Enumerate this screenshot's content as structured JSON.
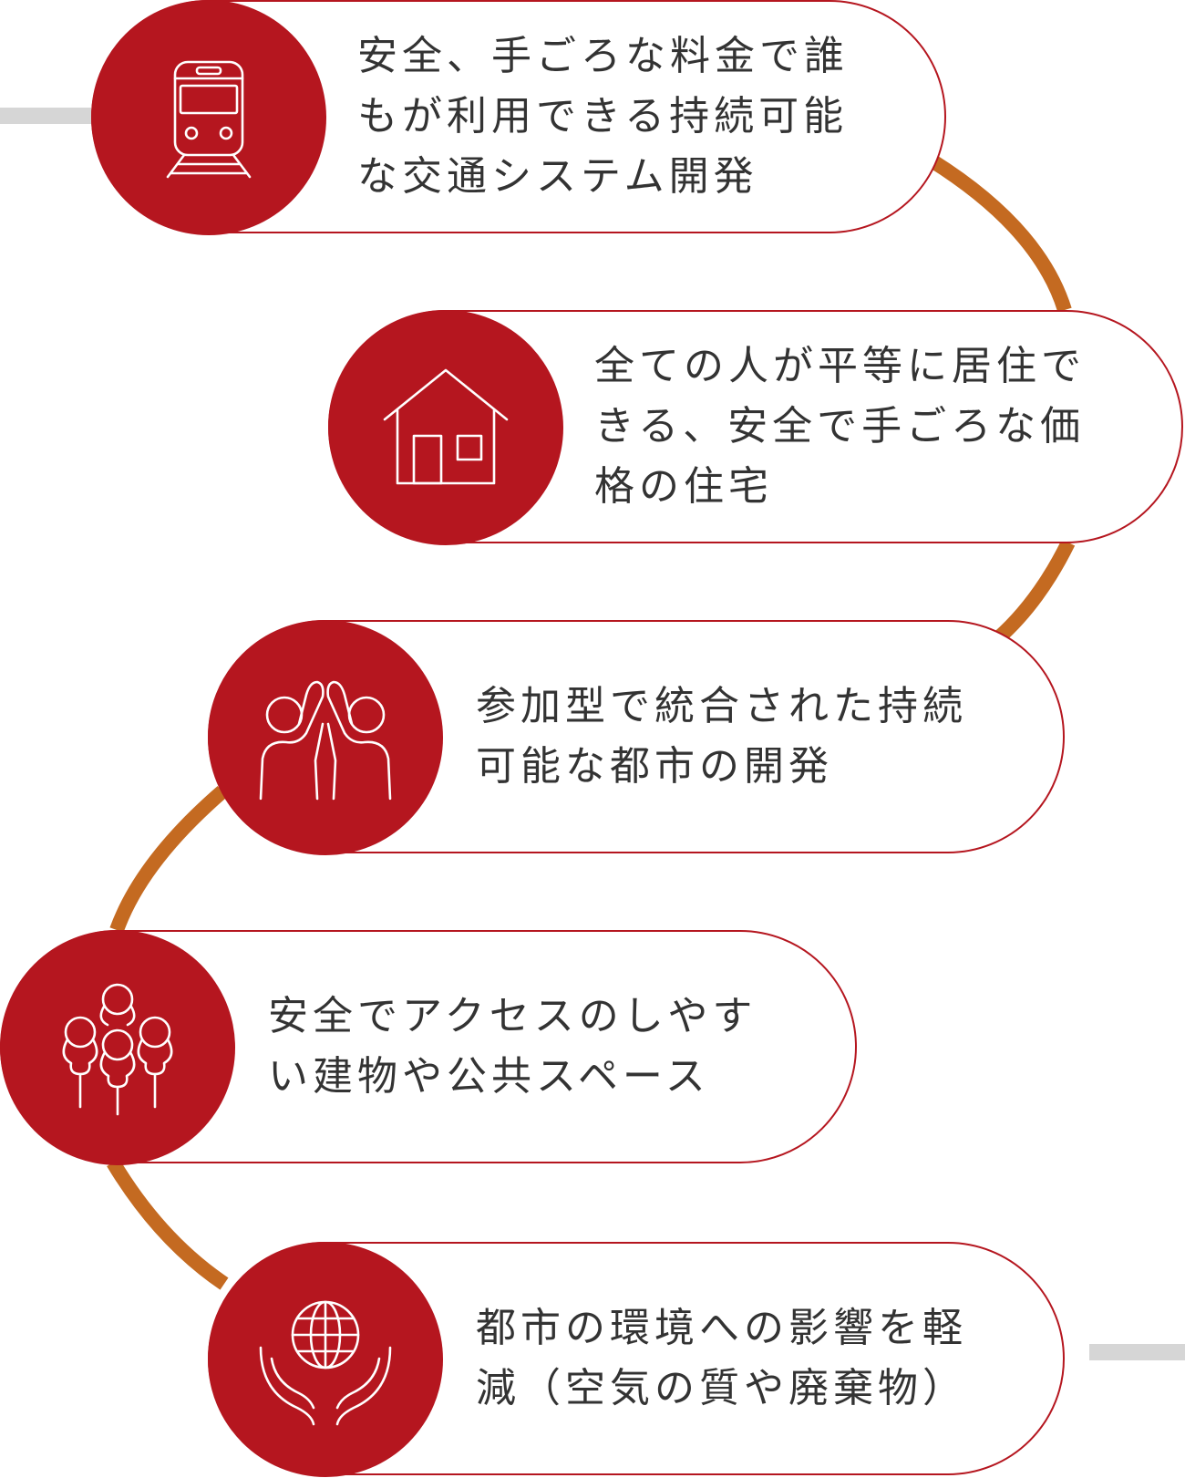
{
  "colors": {
    "accent_red": "#b5161f",
    "connector_orange": "#c46a21",
    "stub_gray": "#d6d6d6",
    "text": "#333333"
  },
  "steps": [
    {
      "icon": "train-icon",
      "lines": [
        "安全、手ごろな料金で誰",
        "もが利用できる持続可能",
        "な交通システム開発"
      ]
    },
    {
      "icon": "house-icon",
      "lines": [
        "全ての人が平等に居住で",
        "きる、安全で手ごろな価",
        "格の住宅"
      ]
    },
    {
      "icon": "high-five-icon",
      "lines": [
        "参加型で統合された持続",
        "可能な都市の開発"
      ]
    },
    {
      "icon": "trees-icon",
      "lines": [
        "安全でアクセスのしやす",
        "い建物や公共スペース"
      ]
    },
    {
      "icon": "globe-in-hands-icon",
      "lines": [
        "都市の環境への影響を軽",
        "減（空気の質や廃棄物）"
      ]
    }
  ]
}
